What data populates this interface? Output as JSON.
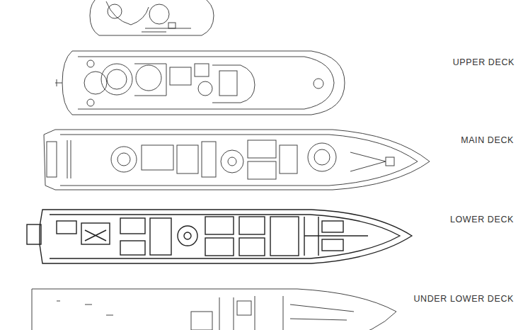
{
  "diagram": {
    "labels": [
      "UPPER DECK",
      "MAIN DECK",
      "LOWER DECK",
      "UNDER LOWER DECK"
    ]
  }
}
